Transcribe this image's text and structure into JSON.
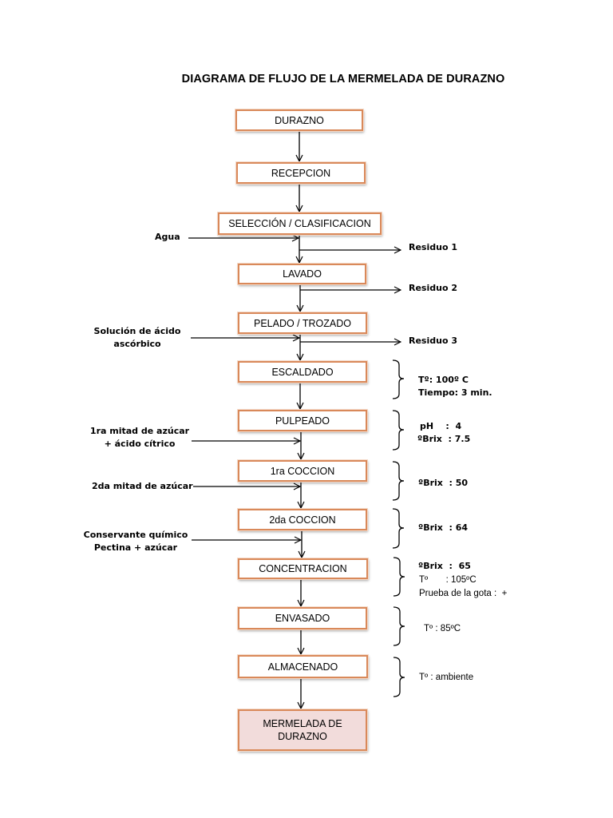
{
  "title": "DIAGRAMA DE  FLUJO DE LA MERMELADA  DE DURAZNO",
  "steps": [
    "DURAZNO",
    "RECEPCION",
    "SELECCIÓN / CLASIFICACION",
    "LAVADO",
    "PELADO / TROZADO",
    "ESCALDADO",
    "PULPEADO",
    "1ra COCCION",
    "2da COCCION",
    "CONCENTRACION",
    "ENVASADO",
    "ALMACENADO",
    "MERMELADA DE DURAZNO"
  ],
  "inputs": {
    "agua": "Agua",
    "solucion_1": "Solución de ácido",
    "solucion_2": "ascórbico",
    "azucar1_1": "1ra mitad de azúcar",
    "azucar1_2": "+ ácido cítrico",
    "azucar2": "2da mitad de azúcar",
    "conservante_1": "Conservante químico",
    "conservante_2": "Pectina + azúcar"
  },
  "outputs": {
    "residuo1": "Residuo 1",
    "residuo2": "Residuo 2",
    "residuo3": "Residuo 3"
  },
  "params": {
    "escaldado_1": "Tº: 100º C",
    "escaldado_2": "Tiempo: 3 min.",
    "pulpeado_1": "pH    :  4",
    "pulpeado_2": "ºBrix  : 7.5",
    "coccion1": "ºBrix  : 50",
    "coccion2": "ºBrix  : 64",
    "concentracion_1": "ºBrix  :  65",
    "concentracion_2": "Tº       : 105ºC",
    "concentracion_3": "Prueba de la gota :  +",
    "envasado": "Tº : 85ºC",
    "almacenado": "Tº : ambiente"
  }
}
